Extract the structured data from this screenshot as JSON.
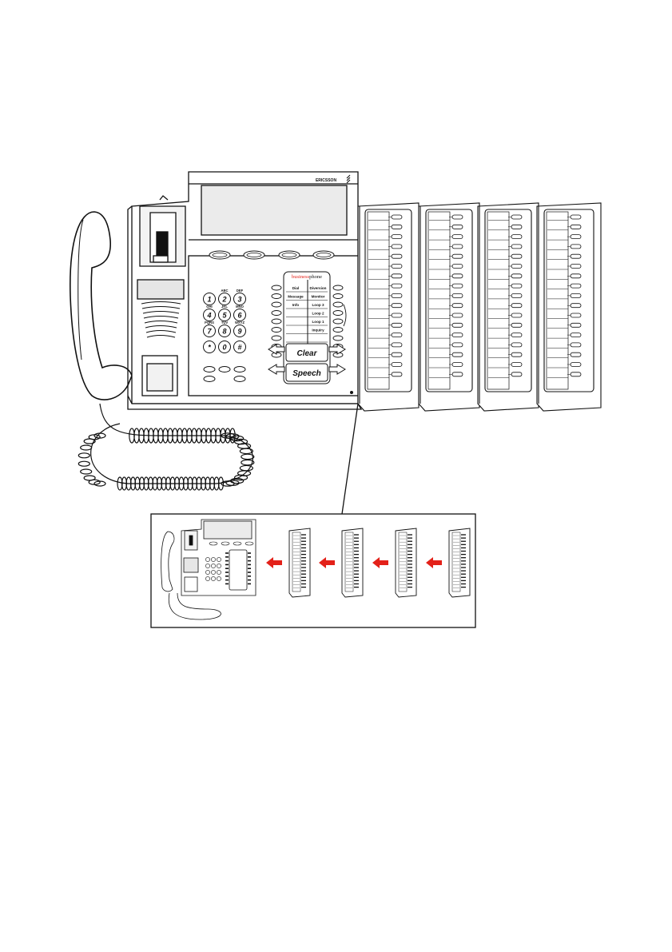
{
  "brand": {
    "logo_text": "ERICSSON"
  },
  "phone": {
    "product_name_part1": "business",
    "product_name_part2": "phone",
    "function_keys": {
      "left": [
        "Dial",
        "Message",
        "Info"
      ],
      "right": [
        "Diversion",
        "Monitor",
        "Loop 3",
        "Loop 2",
        "Loop 1",
        "Inquiry"
      ]
    },
    "keypad": {
      "letters": [
        "",
        "ABC",
        "DEF",
        "GHI",
        "JKL",
        "MNO",
        "PQRS",
        "TUV",
        "WXYZ",
        "",
        "",
        ""
      ],
      "digits": [
        "1",
        "2",
        "3",
        "4",
        "5",
        "6",
        "7",
        "8",
        "9",
        "*",
        "0",
        "#"
      ]
    },
    "clear_label": "Clear",
    "speech_label": "Speech"
  },
  "extension_panels": {
    "count": 4,
    "keys_per_panel": 17
  },
  "inset": {
    "arrow_color": "#e32119",
    "panel_count": 4
  },
  "colors": {
    "accent": "#e32119",
    "line": "#111111",
    "display": "#ebebeb"
  }
}
